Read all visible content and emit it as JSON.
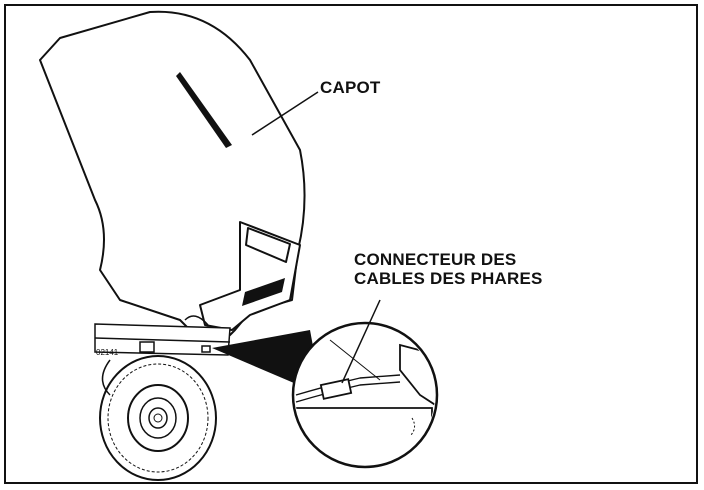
{
  "labels": {
    "capot": "CAPOT",
    "connector_line1": "CONNECTEUR DES",
    "connector_line2": "CABLES DES PHARES"
  },
  "figure_code": "02141"
}
